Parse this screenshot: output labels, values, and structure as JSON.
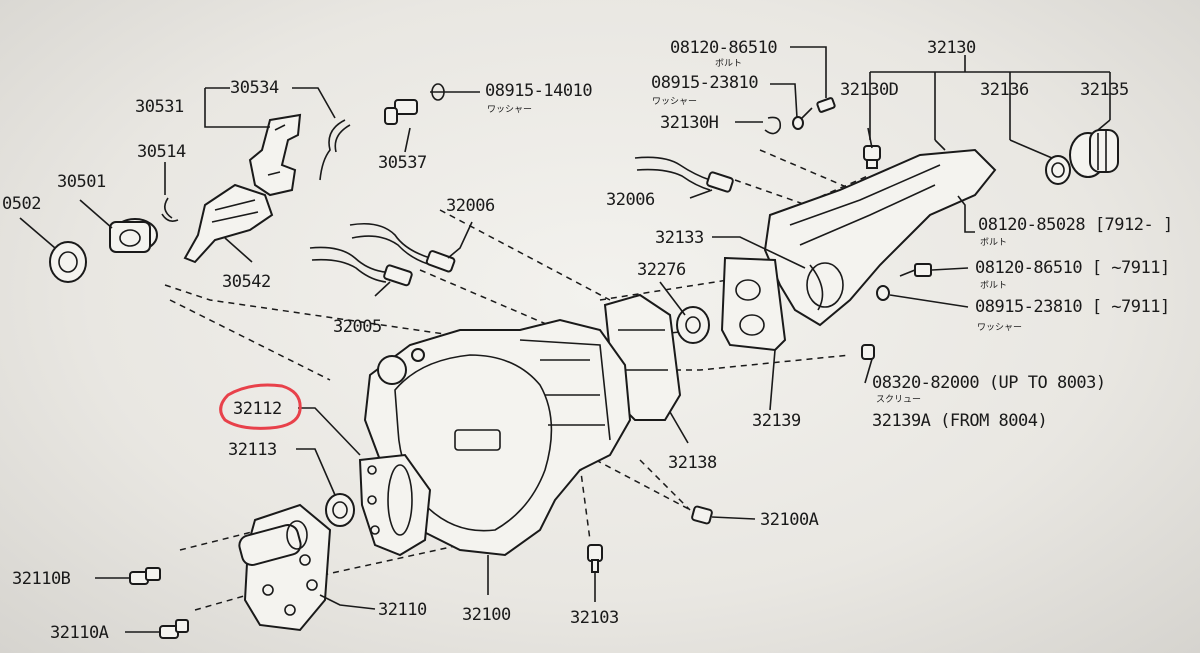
{
  "parts": {
    "p08120_86510_top": "08120-86510",
    "p_bolt_top": "ボルト",
    "p08915_23810_top": "08915-23810",
    "p_washer_top": "ワッシャー",
    "p32130H": "32130H",
    "p32130": "32130",
    "p32130D": "32130D",
    "p32136": "32136",
    "p32135": "32135",
    "p30534": "30534",
    "p30531": "30531",
    "p08915_14010": "08915-14010",
    "p_washer_mid": "ワッシャー",
    "p30514": "30514",
    "p30537": "30537",
    "p30501": "30501",
    "p0502": "0502",
    "p32006_a": "32006",
    "p32006_b": "32006",
    "p30542": "30542",
    "p32133": "32133",
    "p08120_85028": "08120-85028 [7912-  ]",
    "p_bolt_r1": "ボルト",
    "p32276": "32276",
    "p08120_86510_r": "08120-86510 [  ~7911]",
    "p_bolt_r2": "ボルト",
    "p08915_23810_r": "08915-23810 [  ~7911]",
    "p_washer_r": "ワッシャー",
    "p32005": "32005",
    "p08320_82000": "08320-82000 (UP TO 8003)",
    "p_screw": "スクリュー",
    "p32139A": "32139A (FROM 8004)",
    "p32139": "32139",
    "p32112": "32112",
    "p32113": "32113",
    "p32138": "32138",
    "p32100A": "32100A",
    "p32110B": "32110B",
    "p32110": "32110",
    "p32100": "32100",
    "p32103": "32103",
    "p32110A": "32110A"
  },
  "highlight": {
    "target": "32112",
    "color": "#e8414a"
  }
}
